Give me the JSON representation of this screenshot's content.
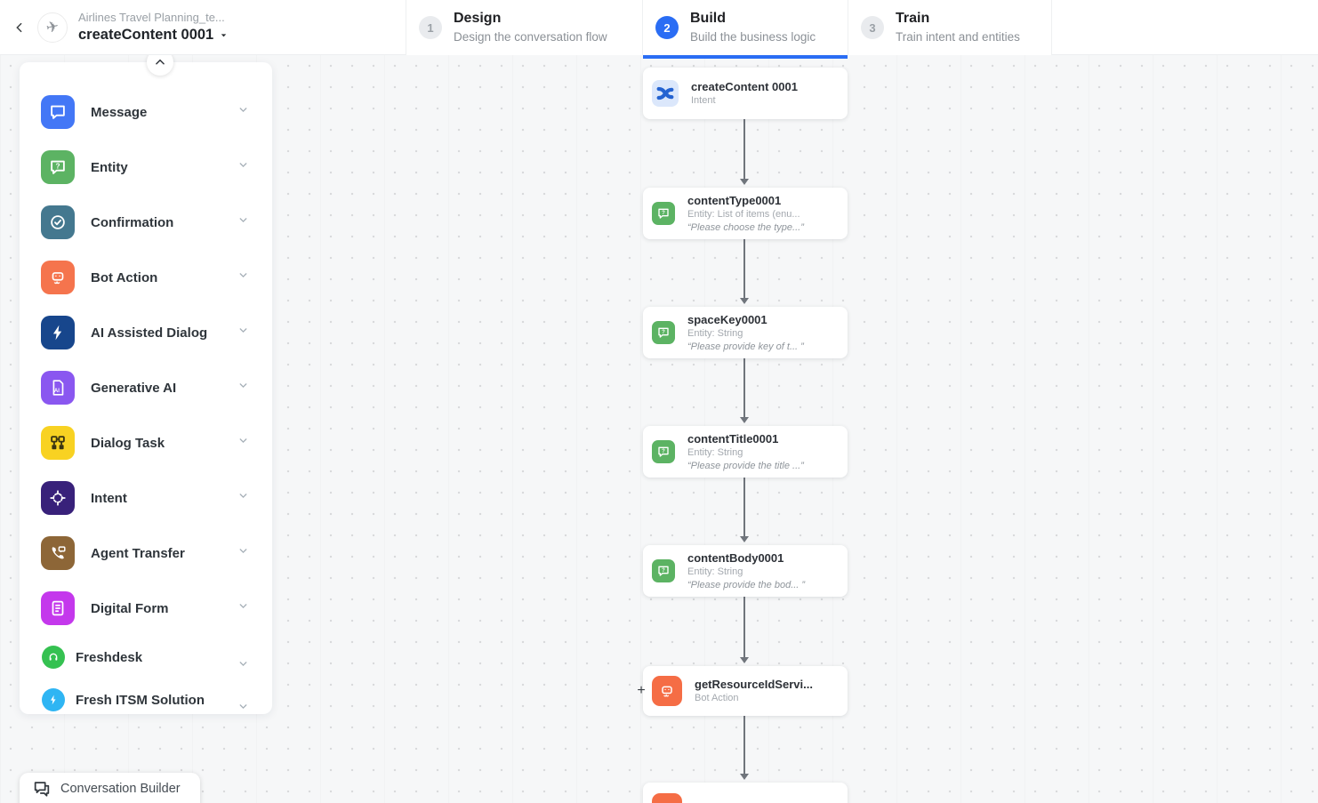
{
  "app": {
    "name": "Airlines Travel Planning_te...",
    "task": "createContent 0001"
  },
  "steps": [
    {
      "num": "1",
      "title": "Design",
      "subtitle": "Design the conversation flow",
      "active": false
    },
    {
      "num": "2",
      "title": "Build",
      "subtitle": "Build the business logic",
      "active": true
    },
    {
      "num": "3",
      "title": "Train",
      "subtitle": "Train intent and entities",
      "active": false
    }
  ],
  "palette": {
    "items": [
      {
        "label": "Message",
        "color": "#4377f6",
        "icon": "message-icon"
      },
      {
        "label": "Entity",
        "color": "#5cb363",
        "icon": "entity-icon"
      },
      {
        "label": "Confirmation",
        "color": "#44788f",
        "icon": "confirmation-icon"
      },
      {
        "label": "Bot Action",
        "color": "#f5744d",
        "icon": "bot-action-icon"
      },
      {
        "label": "AI Assisted Dialog",
        "color": "#17468c",
        "icon": "lightning-icon"
      },
      {
        "label": "Generative AI",
        "color": "#8a57f0",
        "icon": "generative-ai-icon"
      },
      {
        "label": "Dialog Task",
        "color": "#f8d222",
        "icon": "dialog-task-icon"
      },
      {
        "label": "Intent",
        "color": "#38217a",
        "icon": "intent-icon"
      },
      {
        "label": "Agent Transfer",
        "color": "#8d6637",
        "icon": "agent-transfer-icon"
      },
      {
        "label": "Digital Form",
        "color": "#c438ec",
        "icon": "digital-form-icon"
      },
      {
        "label": "Freshdesk",
        "color": "#35c151",
        "icon": "freshdesk-icon"
      },
      {
        "label": "Fresh ITSM Solution",
        "color": "#2fb5f3",
        "icon": "fresh-itsm-icon"
      }
    ]
  },
  "flow": {
    "add_label": "+",
    "nodes": [
      {
        "title": "createContent 0001",
        "subtitle": "Intent",
        "type": "intent"
      },
      {
        "title": "contentType0001",
        "subtitle": "Entity: List of items (enu...",
        "quote": "“Please choose the type...”",
        "type": "entity"
      },
      {
        "title": "spaceKey0001",
        "subtitle": "Entity: String",
        "quote": "“Please provide key of t... ”",
        "type": "entity"
      },
      {
        "title": "contentTitle0001",
        "subtitle": "Entity: String",
        "quote": "“Please provide the title ...”",
        "type": "entity"
      },
      {
        "title": "contentBody0001",
        "subtitle": "Entity: String",
        "quote": "“Please provide the bod... ”",
        "type": "entity"
      },
      {
        "title": "getResourceIdServi...",
        "subtitle": "Bot Action",
        "type": "bot-action"
      }
    ]
  },
  "footer": {
    "builder_label": "Conversation Builder"
  },
  "colors": {
    "accent_blue": "#2a6df4",
    "canvas_bg": "#f6f7f8",
    "connector": "#70757c"
  }
}
